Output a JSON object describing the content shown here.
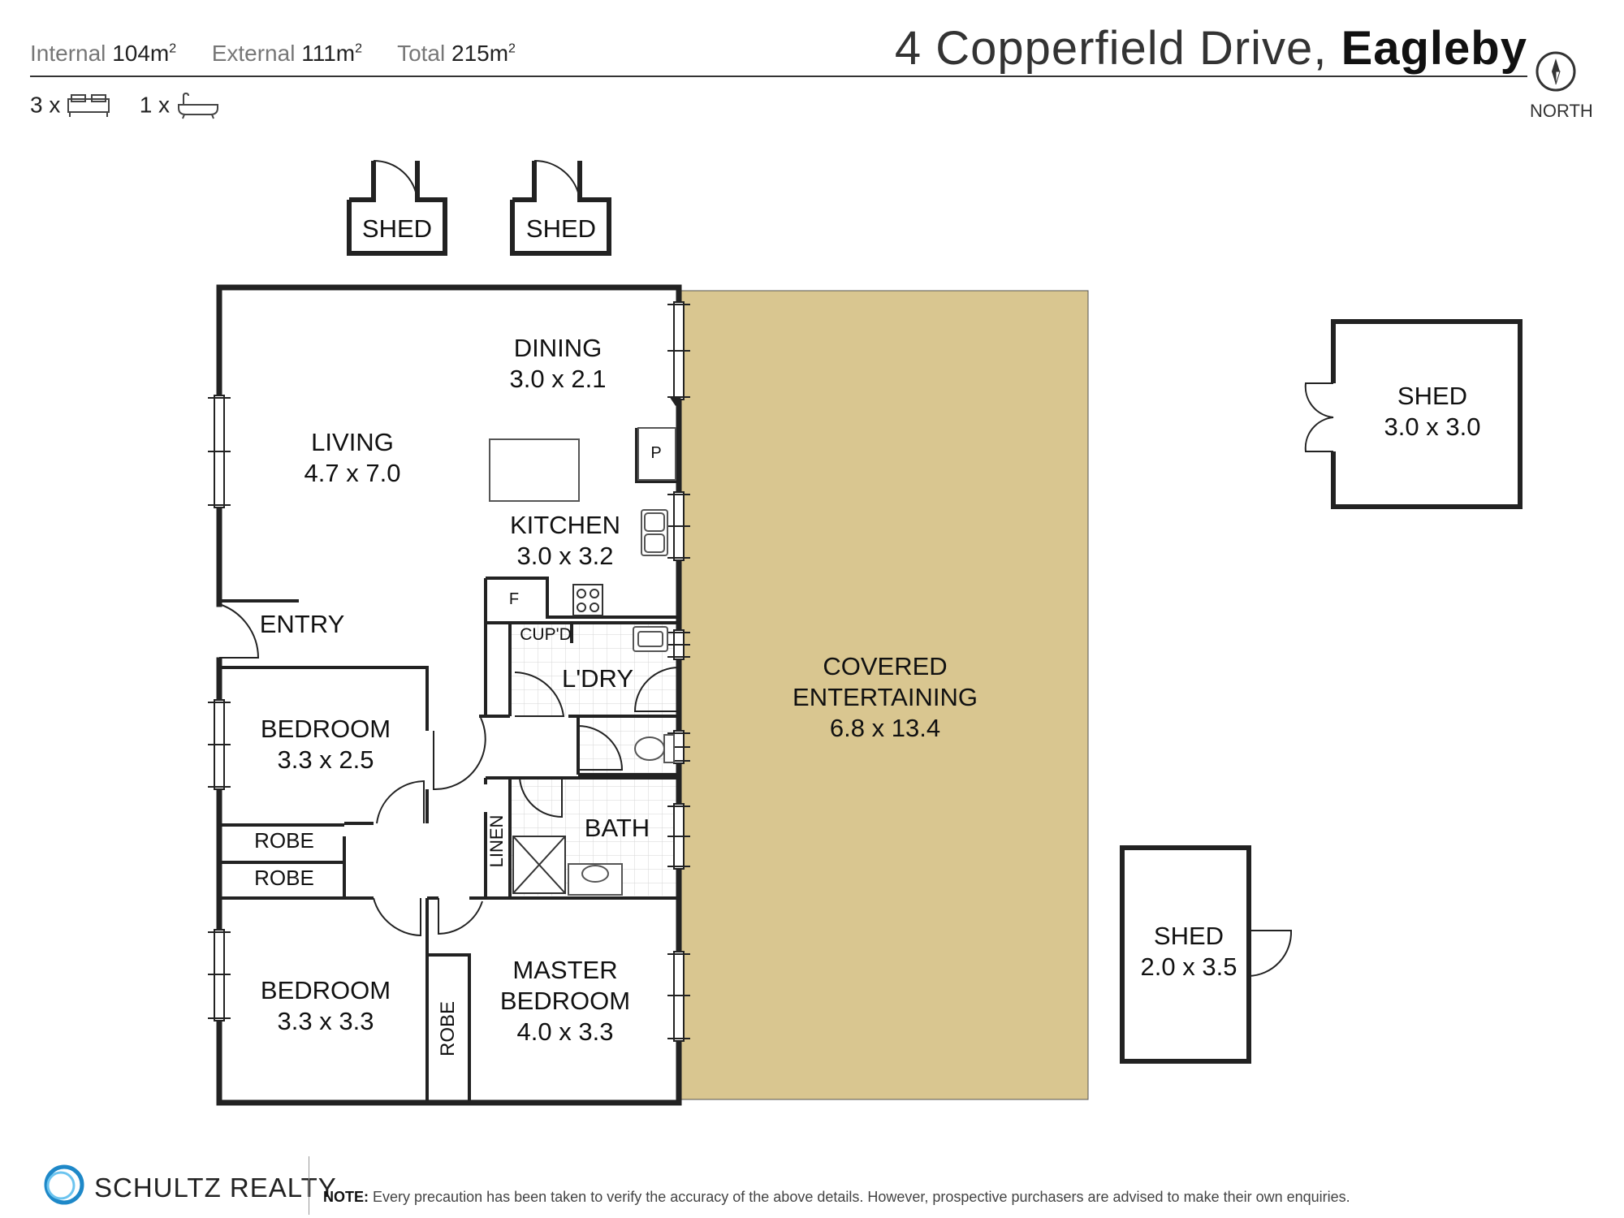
{
  "header": {
    "internal_label": "Internal",
    "internal_value": "104m",
    "external_label": "External",
    "external_value": "111m",
    "total_label": "Total",
    "total_value": "215m",
    "area_unit_superscript": "2",
    "address": "4 Copperfield Drive,",
    "suburb": "Eagleby",
    "bedrooms_count": "3 x",
    "bathrooms_count": "1 x",
    "north_label": "NORTH"
  },
  "rooms": {
    "dining": {
      "name": "DINING",
      "size": "3.0 x 2.1"
    },
    "living": {
      "name": "LIVING",
      "size": "4.7 x 7.0"
    },
    "kitchen": {
      "name": "KITCHEN",
      "size": "3.0 x 3.2"
    },
    "entry": {
      "name": "ENTRY"
    },
    "cupd": {
      "name": "CUP'D"
    },
    "laundry": {
      "name": "L'DRY"
    },
    "bedroom2": {
      "name": "BEDROOM",
      "size": "3.3 x 2.5"
    },
    "robe1": {
      "name": "ROBE"
    },
    "robe2": {
      "name": "ROBE"
    },
    "linen": {
      "name": "LINEN"
    },
    "bath": {
      "name": "BATH"
    },
    "bedroom3": {
      "name": "BEDROOM",
      "size": "3.3 x 3.3"
    },
    "robe3": {
      "name": "ROBE"
    },
    "master": {
      "name_line1": "MASTER",
      "name_line2": "BEDROOM",
      "size": "4.0 x 3.3"
    },
    "covered": {
      "name_line1": "COVERED",
      "name_line2": "ENTERTAINING",
      "size": "6.8 x 13.4"
    },
    "pantry_mark": "P",
    "fridge_mark": "F"
  },
  "sheds": {
    "shed1": {
      "name": "SHED"
    },
    "shed2": {
      "name": "SHED"
    },
    "shed3": {
      "name": "SHED",
      "size": "3.0 x 3.0"
    },
    "shed4": {
      "name": "SHED",
      "size": "2.0 x 3.5"
    }
  },
  "colors": {
    "wall": "#222222",
    "covered_fill": "#d9c690",
    "tile_grid": "#dddddd"
  },
  "footer": {
    "brand": "SCHULTZ REALTY",
    "note_label": "NOTE:",
    "note_text": "Every precaution has been taken to verify the accuracy of the above details. However, prospective purchasers are advised to make their own enquiries."
  }
}
